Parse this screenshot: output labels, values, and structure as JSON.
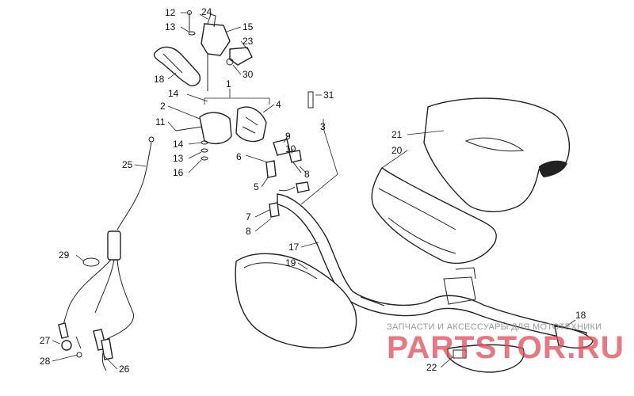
{
  "labels": {
    "l1": "1",
    "l2": "2",
    "l3": "3",
    "l4": "4",
    "l5": "5",
    "l6": "6",
    "l7": "7",
    "l8a": "8",
    "l8b": "8",
    "l9": "9",
    "l10": "10",
    "l11": "11",
    "l12": "12",
    "l13a": "13",
    "l13b": "13",
    "l14a": "14",
    "l14b": "14",
    "l15": "15",
    "l16": "16",
    "l17": "17",
    "l18a": "18",
    "l18b": "18",
    "l19": "19",
    "l20": "20",
    "l21": "21",
    "l22": "22",
    "l23": "23",
    "l24": "24",
    "l25": "25",
    "l26": "26",
    "l27": "27",
    "l28": "28",
    "l29": "29",
    "l30": "30",
    "l31": "31"
  },
  "watermark": {
    "caption": "ЗАПЧАСТИ И АКСЕССУАРЫ ДЛЯ МОТОТЕХНИКИ",
    "brand": "PARTSTOR.RU"
  },
  "colors": {
    "line": "#222222",
    "watermark_red": "#e04a57",
    "watermark_gray": "#9a9a9a"
  }
}
